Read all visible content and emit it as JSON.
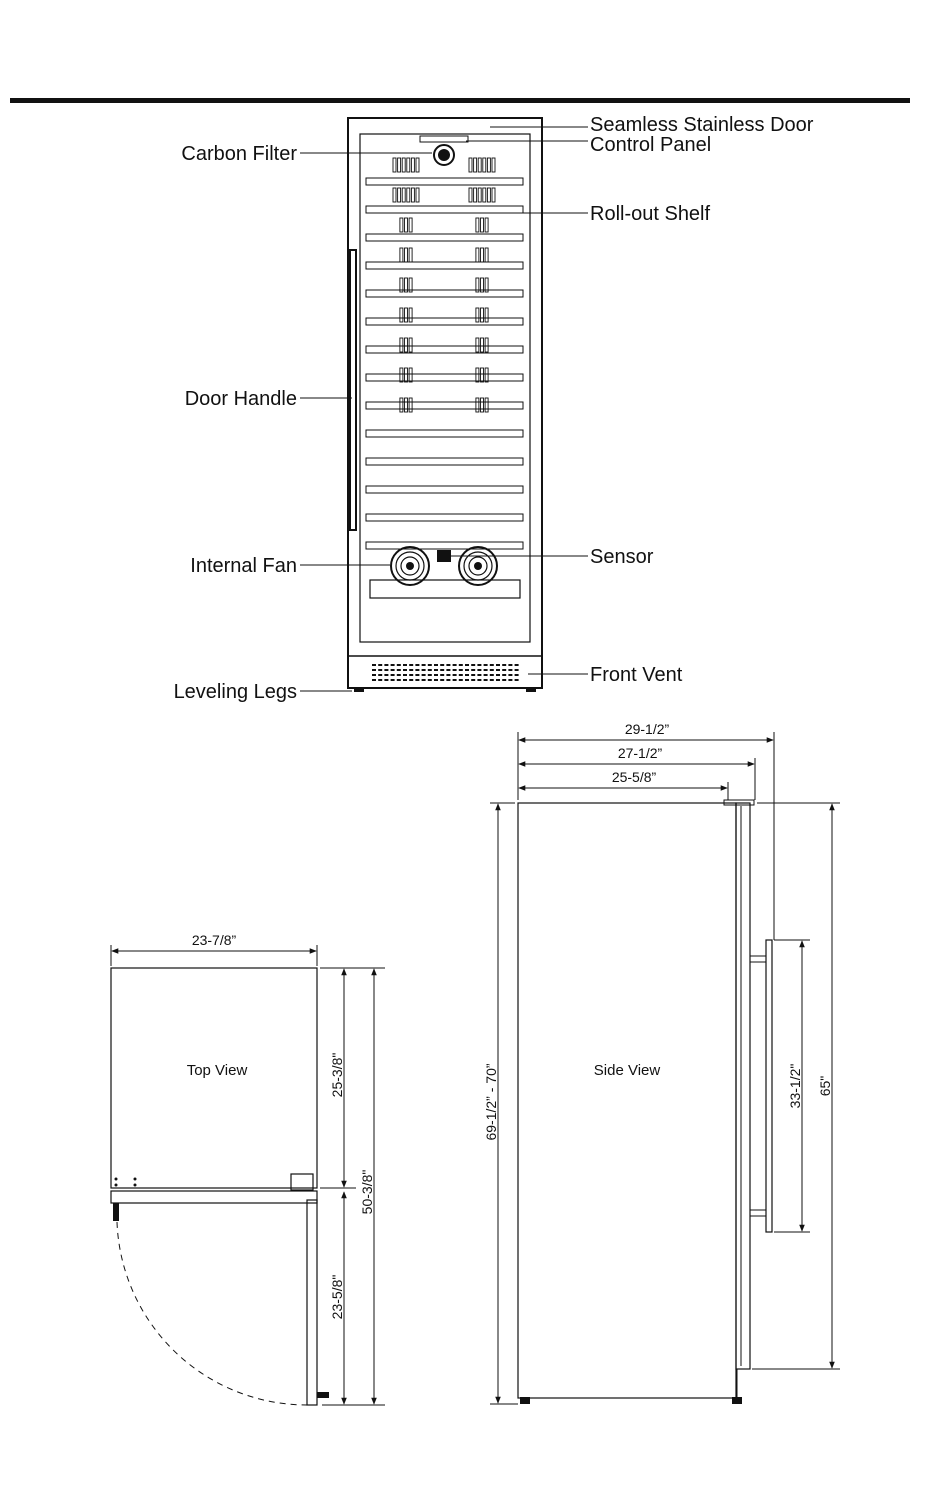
{
  "front_view": {
    "callouts": {
      "seamless_door": "Seamless Stainless Door",
      "control_panel": "Control Panel",
      "carbon_filter": "Carbon Filter",
      "roll_out_shelf": "Roll-out Shelf",
      "door_handle": "Door Handle",
      "internal_fan": "Internal Fan",
      "sensor": "Sensor",
      "front_vent": "Front Vent",
      "leveling_legs": "Leveling Legs"
    },
    "shelf_count": 14,
    "fan_count": 2
  },
  "top_view": {
    "label": "Top View",
    "dimensions": {
      "width": "23-7/8”",
      "depth_cabinet": "25-3/8\"",
      "door_swing": "23-5/8\"",
      "depth_open": "50-3/8\""
    }
  },
  "side_view": {
    "label": "Side View",
    "dimensions": {
      "depth_overall": "29-1/2”",
      "depth_with_door": "27-1/2”",
      "depth_cabinet": "25-5/8”",
      "height": "69-1/2” - 70”",
      "handle_length": "33-1/2\"",
      "door_height": "65\""
    }
  }
}
